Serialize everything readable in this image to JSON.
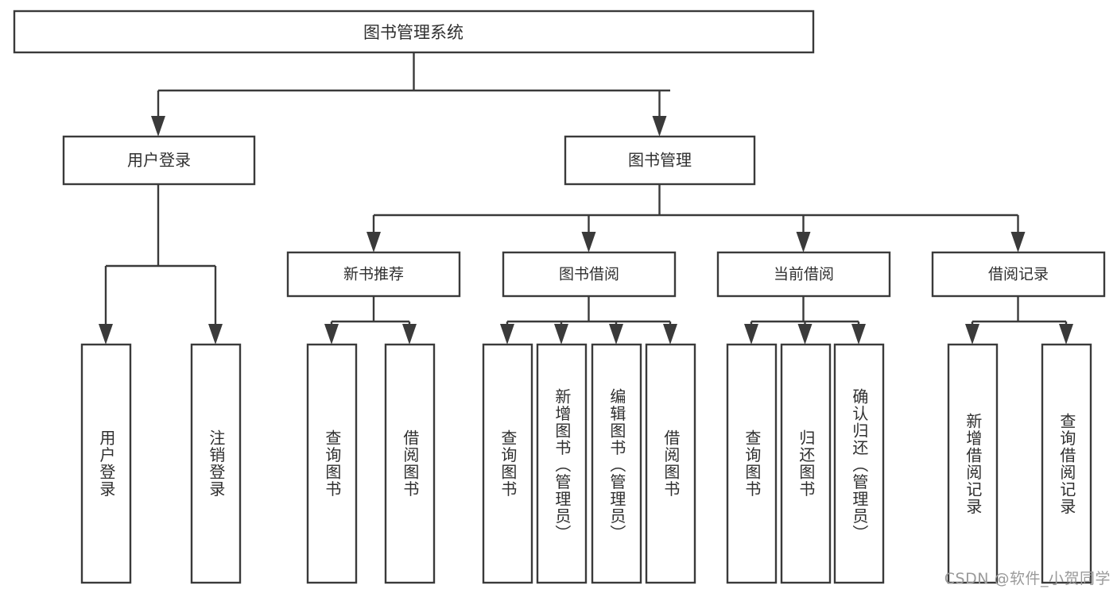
{
  "diagram": {
    "type": "tree-hierarchy",
    "orientation": "top-down",
    "root": {
      "label": "图书管理系统"
    },
    "level2": [
      {
        "label": "用户登录"
      },
      {
        "label": "图书管理"
      }
    ],
    "level3": [
      {
        "label": "新书推荐"
      },
      {
        "label": "图书借阅"
      },
      {
        "label": "当前借阅"
      },
      {
        "label": "借阅记录"
      }
    ],
    "leaves": {
      "user_login": [
        {
          "label": "用户登录"
        },
        {
          "label": "注销登录"
        }
      ],
      "new_book_recommend": [
        {
          "label": "查询图书"
        },
        {
          "label": "借阅图书"
        }
      ],
      "book_borrow": [
        {
          "label": "查询图书"
        },
        {
          "label": "新增图书（管理员）"
        },
        {
          "label": "编辑图书（管理员）"
        },
        {
          "label": "借阅图书"
        }
      ],
      "current_borrow": [
        {
          "label": "查询图书"
        },
        {
          "label": "归还图书"
        },
        {
          "label": "确认归还（管理员）"
        }
      ],
      "borrow_record": [
        {
          "label": "新增借阅记录"
        },
        {
          "label": "查询借阅记录"
        }
      ]
    },
    "colors": {
      "line": "#3a3a3a",
      "box_fill": "#ffffff",
      "text": "#2f2f2f",
      "watermark": "#9a9a9a",
      "background": "#ffffff"
    }
  },
  "watermark": {
    "text": "CSDN @软件_小贺同学"
  }
}
